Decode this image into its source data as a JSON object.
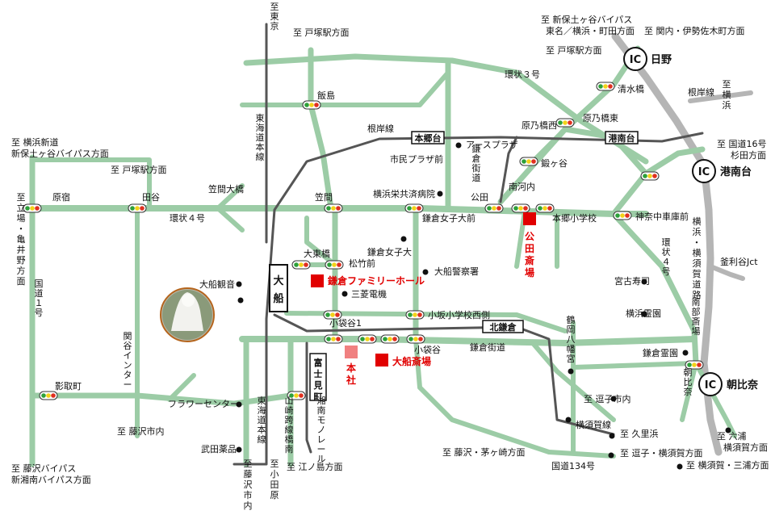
{
  "colors": {
    "road": "#9ccca6",
    "expressway": "#b5b5b5",
    "rail": "#555555",
    "hall_marker": "#e10000",
    "head_office_marker": "#f08080",
    "signal_red": "#e03020",
    "signal_yellow": "#f2d21a",
    "signal_green": "#2da03a"
  },
  "icons": {
    "interchange": "IC",
    "landmark": "●",
    "traffic_signal": "traffic-signal-icon",
    "statue_photo": "kannon-statue-photo"
  },
  "ic": [
    {
      "id": "hino",
      "symbol": "IC",
      "label": "日野"
    },
    {
      "id": "konandai",
      "symbol": "IC",
      "label": "港南台"
    },
    {
      "id": "asahina",
      "symbol": "IC",
      "label": "朝比奈"
    }
  ],
  "destinations": {
    "tokyo": "至 東京",
    "totsuka_top": "至 戸塚駅方面",
    "hodogaya_bypass": "至 新保土ヶ谷バイパス",
    "tomei": "東名／横浜・町田方面",
    "kannai": "至 関内・伊勢佐木町方面",
    "totsuka_ne": "至 戸塚駅方面",
    "yokohama_right": "至 横浜",
    "route16_a": "至 国道16号",
    "route16_b": "杉田方面",
    "yokohama_shindo_a": "至 横浜新道",
    "yokohama_shindo_b": "新保土ヶ谷バイパス方面",
    "totsuka_left": "至 戸塚駅方面",
    "tachiba": "至 立場・亀井野方面",
    "fujisawa_city": "至 藤沢市内",
    "fujisawa_bypass_a": "至 藤沢バイパス",
    "fujisawa_bypass_b": "新湘南バイパス方面",
    "fujisawa_city2": "至 藤沢市内",
    "odawara": "至 小田原",
    "enoshima": "至 江ノ島方面",
    "fujisawa_chigasaki": "至 藤沢・茅ヶ崎方面",
    "zushi_city": "至 逗子市内",
    "kurihama": "至 久里浜",
    "zushi_yokosuka": "至 逗子・横須賀方面",
    "rokuura_a": "至 六浦",
    "rokuura_b": "横須賀方面",
    "yokosuka_miura": "至 横須賀・三浦方面"
  },
  "rail_labels": {
    "negishi_line": "根岸線",
    "negishi_line_r": "根岸線",
    "tokaido_1": "東海道本線",
    "tokaido_2": "東海道本線",
    "yokosuka_line": "横須賀線",
    "monorail": "湘南モノレール"
  },
  "stations": {
    "ofuna": "大船",
    "hongodai": "本郷台",
    "konandai": "港南台",
    "kitakamakura": "北鎌倉",
    "fujimicho": "富士見町"
  },
  "roads": {
    "kanjo3": "環状３号",
    "kanjo4": "環状４号",
    "kanjo4_b": "環状４号",
    "kamakura_kaido": "鎌倉街道",
    "kamakura_kaido_b": "鎌倉街道",
    "yokohama_yokosuka": "横浜・横須賀道路",
    "national1": "国道１号",
    "national134": "国道134号",
    "sekiya_ic": "関谷インター",
    "yamazaki_bridge": "山崎跨線橋南",
    "kamariya_jct": "釜利谷Jct"
  },
  "intersections": {
    "iijima": "飯島",
    "kasama_odashi": "笠間大橋",
    "kasama": "笠間",
    "harajuku": "原宿",
    "taya": "田谷",
    "daitobashi": "大東橋",
    "matsutakemae": "松竹前",
    "kobukuroya1": "小袋谷1",
    "kobukuroya": "小袋谷",
    "shimin_plaza": "市民プラザ前",
    "kamakura_joshidai_mae": "鎌倉女子大前",
    "kuden": "公田",
    "minamikouchi": "南河内",
    "hongo_sho": "本郷小学校",
    "kamiogaya": "鍛ヶ谷",
    "haranobashi_nishi": "原乃橋西",
    "haranobashi_higashi": "原乃橋東",
    "shimizubashi": "清水橋",
    "kanagawa_shako": "神奈中車庫前",
    "kosaka_sho": "小坂小学校西側",
    "kamakura_reien": "鎌倉霊園",
    "asahina_ic": "朝比奈",
    "minami_saijo": "南部斎場",
    "shokuin": "影取町"
  },
  "landmarks": {
    "earth_plaza": "アースプラザ",
    "yokohama_kyosai": "横浜栄共済病院",
    "ofuna_kannon": "大船観音",
    "kamakura_joshidai": "鎌倉女子大",
    "ofuna_police": "大船警察署",
    "mitsubishi": "三菱電機",
    "miyako_sushi": "宮古寿司",
    "yokohama_reien": "横浜霊園",
    "tsurugaoka": "鶴岡八幡宮",
    "flower_center": "フラワーセンター",
    "takeda": "武田薬品"
  },
  "facilities": {
    "family_hall": "鎌倉ファミリーホール",
    "ofuna_saijo": "大船斎場",
    "honsha": "本社",
    "kuden_saijo": "公田斎場"
  }
}
